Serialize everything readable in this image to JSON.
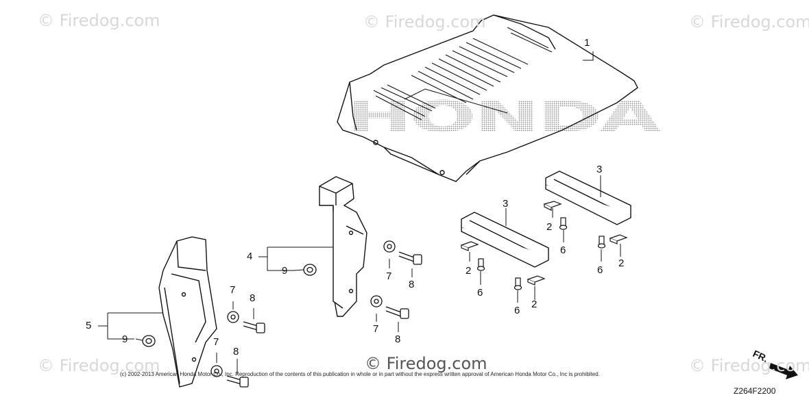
{
  "watermarks": {
    "text": "© Firedog.com",
    "center_text": "© Firedog.com"
  },
  "brand_text": "HONDA",
  "copyright": "(c) 2002-2013 American Honda Motor Co., Inc. Reproduction of the contents of this publication in whole or in part without the express written approval of American Honda Motor Co., Inc is prohibited.",
  "diagram_code": "Z264F2200",
  "direction_label": "FR.",
  "callouts": {
    "c1": "1",
    "c3a": "3",
    "c3b": "3",
    "c2a": "2",
    "c2b": "2",
    "c2c": "2",
    "c2d": "2",
    "c6a": "6",
    "c6b": "6",
    "c6c": "6",
    "c6d": "6",
    "c4": "4",
    "c5": "5",
    "c9a": "9",
    "c9b": "9",
    "c7a": "7",
    "c7b": "7",
    "c7c": "7",
    "c7d": "7",
    "c8a": "8",
    "c8b": "8",
    "c8c": "8",
    "c8d": "8"
  }
}
